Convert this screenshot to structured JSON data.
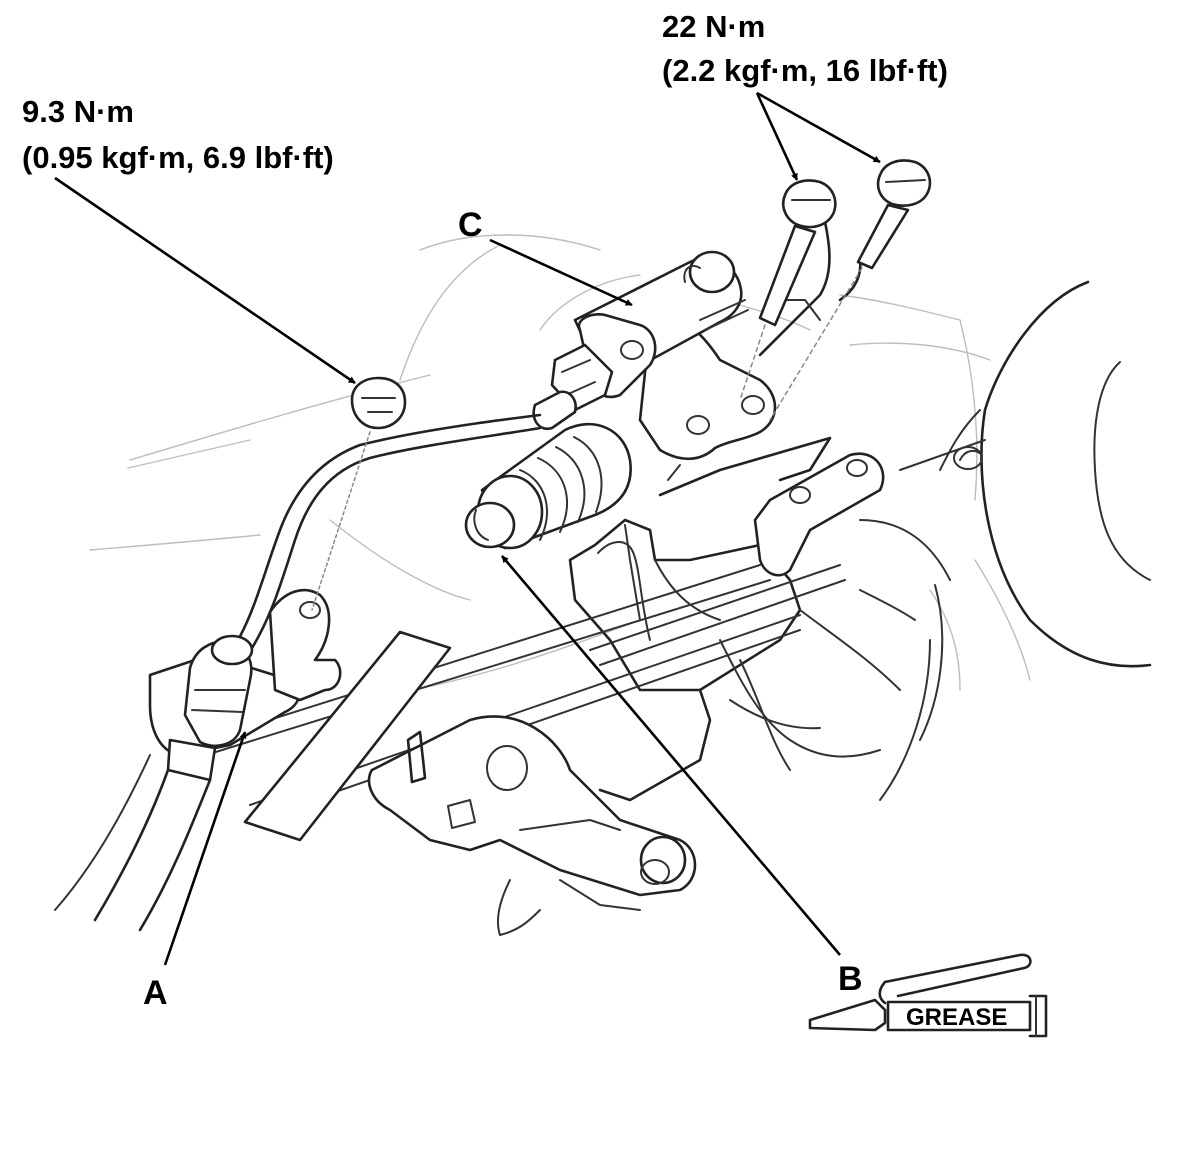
{
  "torque_left": {
    "line1": "9.3 N·m",
    "line2": "(0.95 kgf·m, 6.9 lbf·ft)"
  },
  "torque_right": {
    "line1": "22 N·m",
    "line2": "(2.2 kgf·m, 16 lbf·ft)"
  },
  "callouts": {
    "a": "A",
    "b": "B",
    "c": "C"
  },
  "grease_symbol": {
    "text": "GREASE"
  }
}
